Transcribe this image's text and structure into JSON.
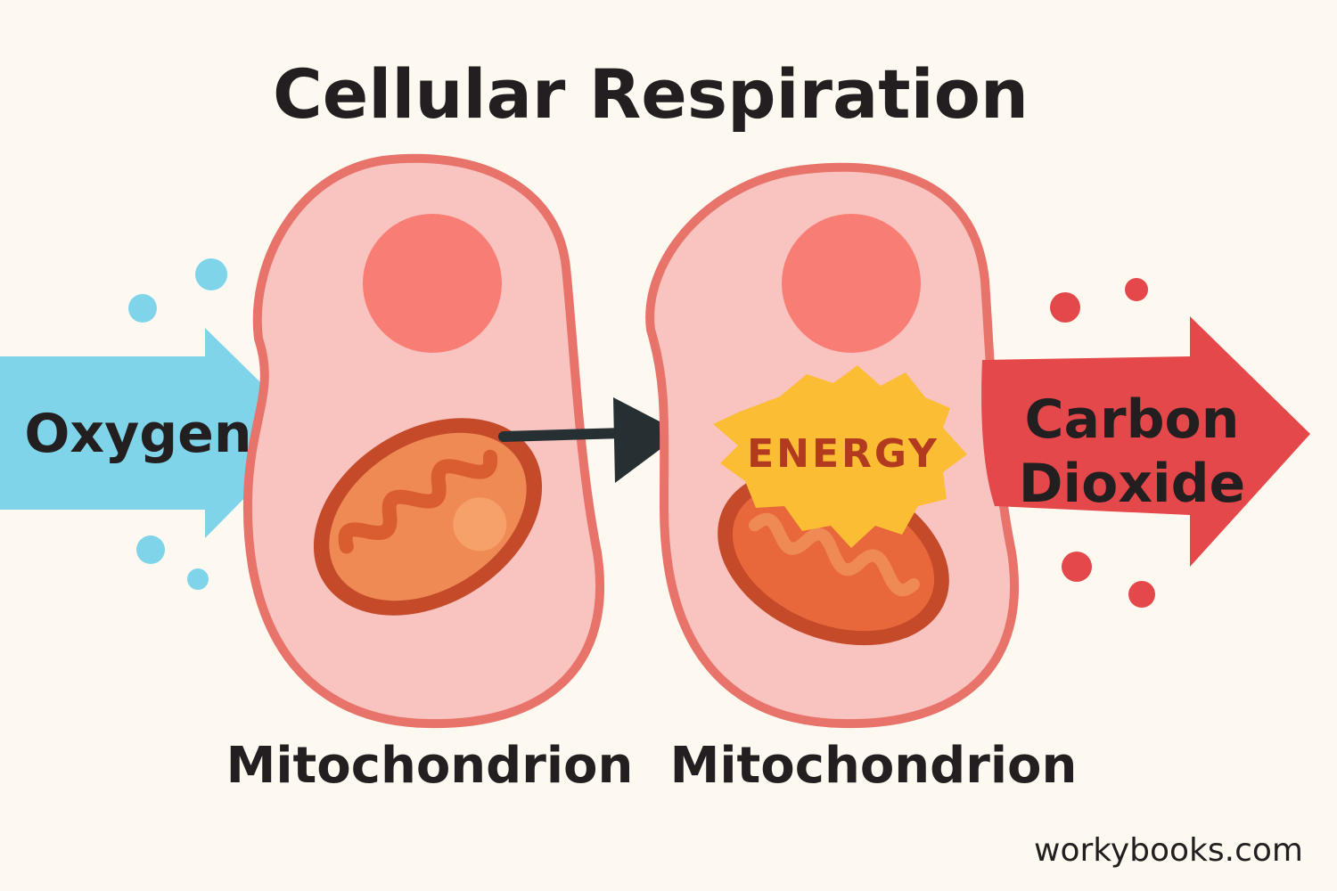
{
  "title": "Cellular Respiration",
  "input": {
    "label": "Oxygen"
  },
  "output": {
    "line1": "Carbon",
    "line2": "Dioxide"
  },
  "burst": {
    "label": "ENERGY"
  },
  "cells": [
    {
      "caption": "Mitochondrion"
    },
    {
      "caption": "Mitochondrion"
    }
  ],
  "credit": "workybooks.com",
  "colors": {
    "background": "#fdf9f1",
    "oxygen": "#7fd4ea",
    "carbon_dioxide": "#e5484a",
    "cell_fill": "#f9c3c0",
    "cell_outline": "#e8736a",
    "nucleus": "#f87d74",
    "mitochondrion_outer": "#c44a2a",
    "mitochondrion_inner": "#f08a55",
    "energy": "#fbbd33",
    "connector_arrow": "#263033"
  },
  "icons": [
    "oxygen-arrow-icon",
    "carbon-dioxide-arrow-icon",
    "energy-burst-icon",
    "connector-arrow-icon"
  ]
}
